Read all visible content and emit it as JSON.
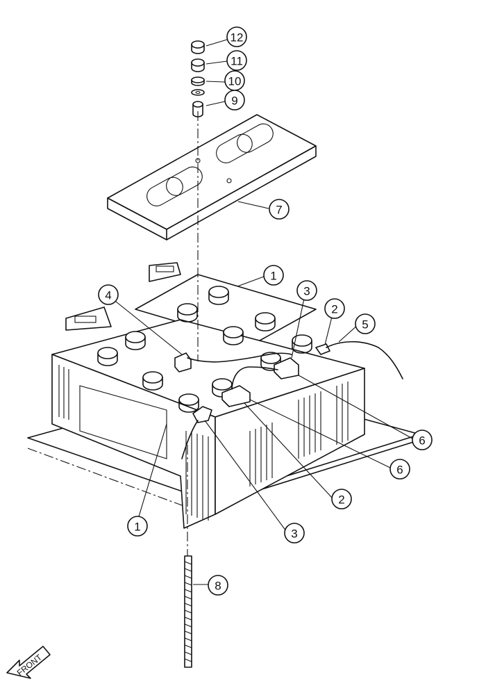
{
  "figure": {
    "title": "",
    "orientation_label": "FRONT"
  },
  "callouts": [
    {
      "id": "c12",
      "text": "12"
    },
    {
      "id": "c11",
      "text": "11"
    },
    {
      "id": "c10",
      "text": "10"
    },
    {
      "id": "c9",
      "text": "9"
    },
    {
      "id": "c7",
      "text": "7"
    },
    {
      "id": "c1a",
      "text": "1"
    },
    {
      "id": "c4",
      "text": "4"
    },
    {
      "id": "c3a",
      "text": "3"
    },
    {
      "id": "c2a",
      "text": "2"
    },
    {
      "id": "c5",
      "text": "5"
    },
    {
      "id": "c6a",
      "text": "6"
    },
    {
      "id": "c6b",
      "text": "6"
    },
    {
      "id": "c2b",
      "text": "2"
    },
    {
      "id": "c1b",
      "text": "1"
    },
    {
      "id": "c3b",
      "text": "3"
    },
    {
      "id": "c8",
      "text": "8"
    }
  ]
}
